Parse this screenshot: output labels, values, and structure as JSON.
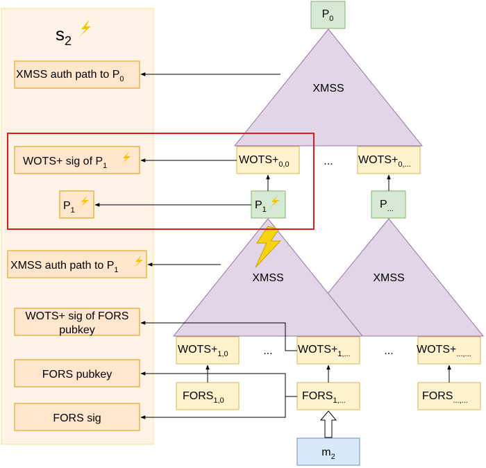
{
  "signature": {
    "title": "s",
    "title_sub": "2",
    "items": {
      "xmss_auth_p0": {
        "text": "XMSS auth path to P",
        "sub": "0"
      },
      "wots_sig_p1": {
        "text": "WOTS+ sig of P",
        "sub": "1"
      },
      "p1": {
        "text": "P",
        "sub": "1"
      },
      "xmss_auth_p1": {
        "text": "XMSS auth path to P",
        "sub": "1"
      },
      "wots_sig_fors_line1": "WOTS+ sig of FORS",
      "wots_sig_fors_line2": "pubkey",
      "fors_pubkey": "FORS pubkey",
      "fors_sig": "FORS sig"
    }
  },
  "tree": {
    "p0": {
      "text": "P",
      "sub": "0"
    },
    "xmss_top": "XMSS",
    "wots_00": {
      "text": "WOTS+",
      "sub": "0,0"
    },
    "ellipsis_top": "...",
    "wots_0x": {
      "text": "WOTS+",
      "sub": "0,..."
    },
    "p1_node": {
      "text": "P",
      "sub": "1"
    },
    "px_node": {
      "text": "P",
      "sub": "..."
    },
    "xmss_left": "XMSS",
    "xmss_right": "XMSS",
    "wots_10": {
      "text": "WOTS+",
      "sub": "1,0"
    },
    "ellipsis_mid1": "...",
    "wots_1x": {
      "text": "WOTS+",
      "sub": "1,..."
    },
    "ellipsis_mid2": "...",
    "wots_xx": {
      "text": "WOTS+",
      "sub": "...,..."
    },
    "fors_10": {
      "text": "FORS",
      "sub": "1,0"
    },
    "fors_1x": {
      "text": "FORS",
      "sub": "1,..."
    },
    "fors_xx": {
      "text": "FORS",
      "sub": "...,..."
    },
    "m2": {
      "text": "m",
      "sub": "2"
    }
  },
  "colors": {
    "panel_fill": "#fff2e6",
    "panel_stroke": "#f5e38c",
    "orange_fill": "#ffe6cc",
    "orange_stroke": "#d79b00",
    "yellow_fill": "#fff2cc",
    "yellow_stroke": "#d6b656",
    "green_fill": "#d5e8d4",
    "green_stroke": "#82b366",
    "purple_fill": "#e1d5e7",
    "purple_stroke": "#9673a6",
    "blue_fill": "#dae8fc",
    "blue_stroke": "#6c8ebf",
    "highlight": "#e51919",
    "bolt": "#f5c400"
  }
}
